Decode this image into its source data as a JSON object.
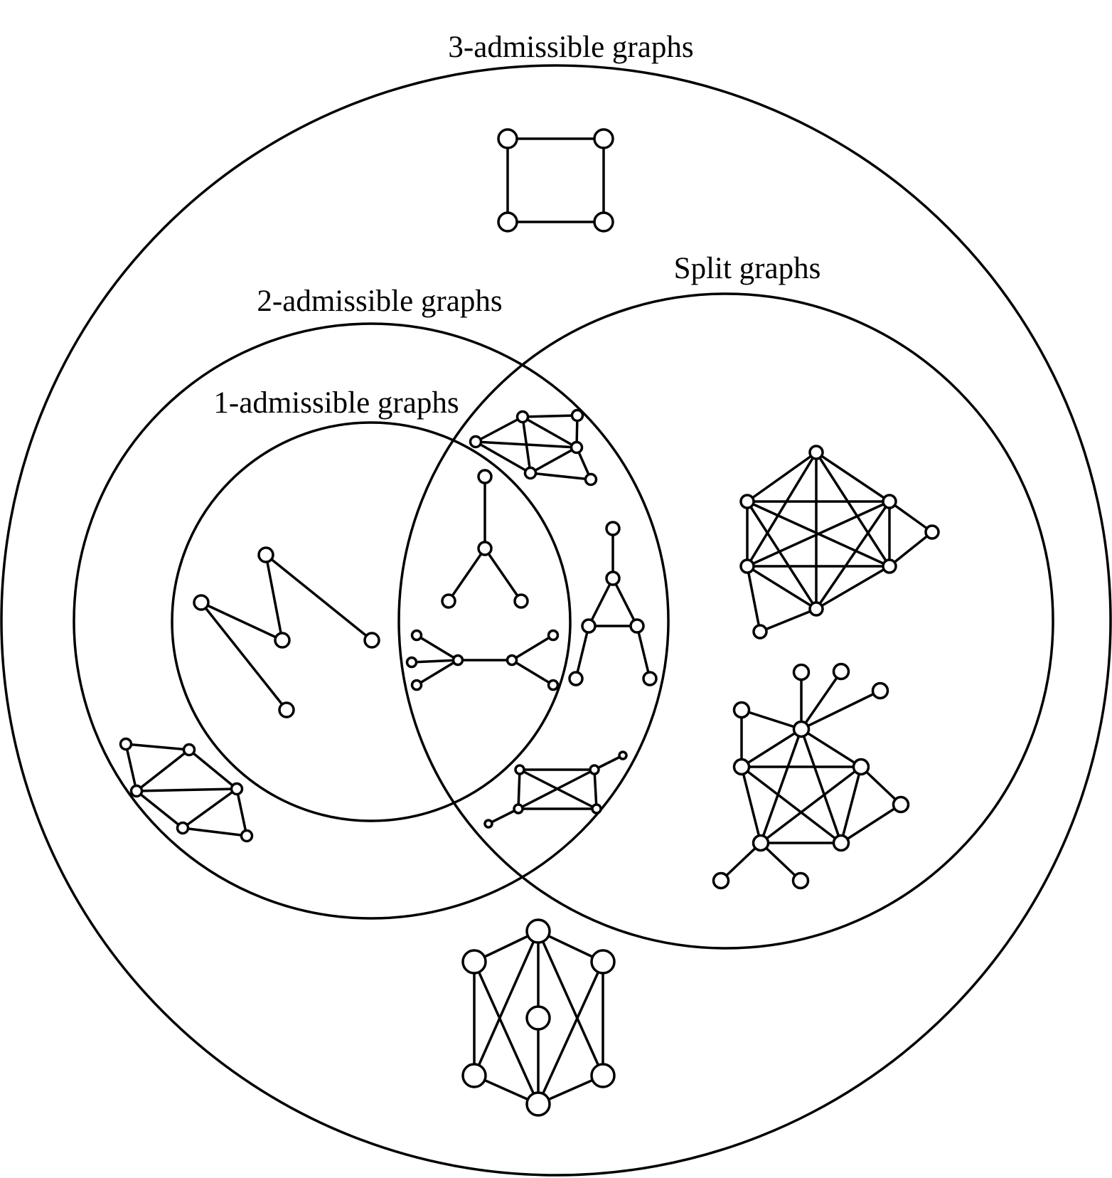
{
  "labels": {
    "three_admissible": "3-admissible graphs",
    "two_admissible": "2-admissible graphs",
    "one_admissible": "1-admissible graphs",
    "split": "Split graphs"
  },
  "colors": {
    "stroke": "#000000",
    "vertex_fill": "#ffffff",
    "background": "#ffffff"
  }
}
